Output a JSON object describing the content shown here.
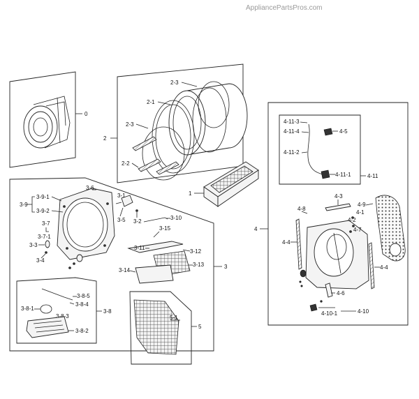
{
  "watermark": "AppliancePartsPros.com",
  "labels": {
    "l0": "0",
    "l1": "1",
    "l2": "2",
    "l2_1": "2-1",
    "l2_2": "2-2",
    "l2_3a": "2-3",
    "l2_3b": "2-3",
    "l3": "3",
    "l3_1": "3-1",
    "l3_2": "3-2",
    "l3_3": "3-3",
    "l3_4": "3-4",
    "l3_5": "3-5",
    "l3_6": "3-6",
    "l3_7": "3-7",
    "l3_7_1": "3-7-1",
    "l3_8": "3-8",
    "l3_8_1": "3-8-1",
    "l3_8_2": "3-8-2",
    "l3_8_3": "3-8-3",
    "l3_8_4": "3-8-4",
    "l3_8_5": "3-8-5",
    "l3_9": "3-9",
    "l3_9_1": "3-9-1",
    "l3_9_2": "3-9-2",
    "l3_10": "3-10",
    "l3_11": "3-11",
    "l3_12": "3-12",
    "l3_13": "3-13",
    "l3_14": "3-14",
    "l3_15": "3-15",
    "l4": "4",
    "l4_1": "4-1",
    "l4_2": "4-2",
    "l4_3": "4-3",
    "l4_4a": "4-4",
    "l4_4b": "4-4",
    "l4_5": "4-5",
    "l4_6": "4-6",
    "l4_7": "4-7",
    "l4_8": "4-8",
    "l4_9": "4-9",
    "l4_10": "4-10",
    "l4_10_1": "4-10-1",
    "l4_11": "4-11",
    "l4_11_1": "4-11-1",
    "l4_11_2": "4-11-2",
    "l4_11_3": "4-11-3",
    "l4_11_4": "4-11-4",
    "l5": "5",
    "l5_1": "5-1"
  }
}
